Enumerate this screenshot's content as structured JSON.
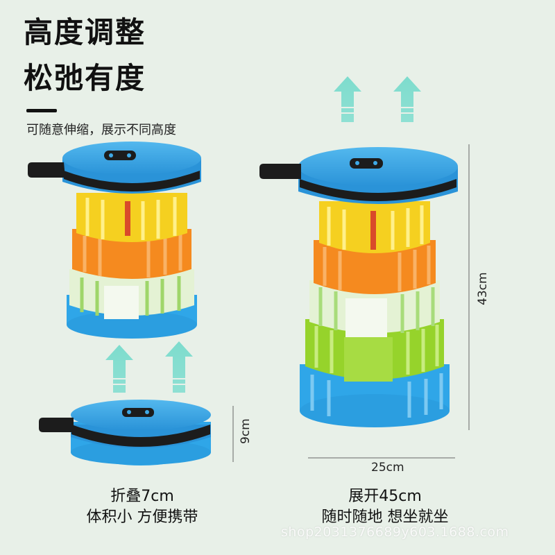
{
  "headline": {
    "line1": "高度调整",
    "line2": "松弛有度",
    "subtitle": "可随意伸缩，展示不同高度"
  },
  "folded": {
    "caption_line1": "折叠7cm",
    "caption_line2": "体积小 方便携带",
    "height_label": "9cm"
  },
  "expanded": {
    "caption_line1": "展开45cm",
    "caption_line2": "随时随地 想坐就坐",
    "height_label": "43cm",
    "width_label": "25cm"
  },
  "watermark": "shop2031376689y603.1688.com",
  "colors": {
    "background": "#e8f0e8",
    "seat": "#3fa9e6",
    "strap": "#1c1c1c",
    "yellow": "#f5d020",
    "orange": "#f58a1f",
    "pale_green": "#e4f2d4",
    "green": "#96d32b",
    "blue_base": "#2fa6e8",
    "arrow": "#79d6c8"
  }
}
